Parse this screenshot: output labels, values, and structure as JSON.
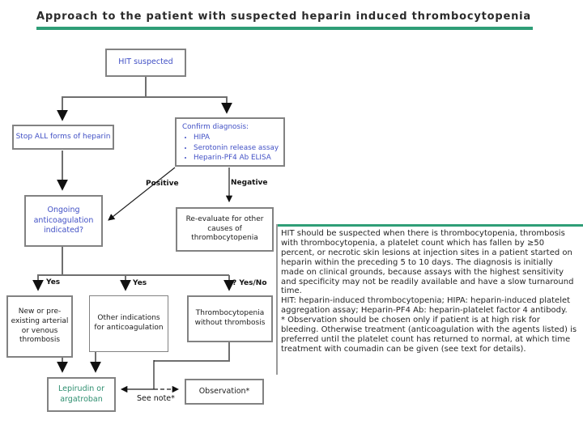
{
  "title": "Approach to the patient with suspected heparin induced thrombocytopenia",
  "colors": {
    "accent_green": "#2f9e77",
    "box_text_blue": "#4150c5",
    "lepirudin_text_green": "#2f8f70",
    "line_gray": "#6f6f6f"
  },
  "flowchart": {
    "nodes": {
      "hit_suspected": "HIT suspected",
      "stop_heparin": "Stop ALL forms of heparin",
      "confirm_diagnosis": {
        "title": "Confirm diagnosis:",
        "bullets": [
          "HIPA",
          "Serotonin release assay",
          "Heparin-PF4 Ab ELISA"
        ]
      },
      "ongoing_anticoagulation": "Ongoing anticoagulation indicated?",
      "reevaluate": "Re-evaluate for other causes of thrombocytopenia",
      "new_thrombosis": "New or pre-existing arterial or venous thrombosis",
      "other_indications": "Other indications for anticoagulation",
      "thrombocytopenia_without": "Thrombocytopenia without thrombosis",
      "lepirudin": "Lepirudin or argatroban",
      "observation": "Observation*"
    },
    "edge_labels": {
      "positive": "Positive",
      "negative": "Negative",
      "yes_left": "Yes",
      "yes_mid": "Yes",
      "yes_no": "? Yes/No",
      "see_note": "See note*"
    }
  },
  "notes": {
    "paragraphs": [
      "HIT should be suspected when there is thrombocytopenia, thrombosis with thrombocytopenia, a platelet count which has fallen by ≥50 percent, or necrotic skin lesions at injection sites in a patient started on heparin within the preceding 5 to 10 days. The diagnosis is initially made on clinical grounds, because assays with the highest sensitivity and specificity may not be readily available and have a slow turnaround time.",
      "HIT: heparin-induced thrombocytopenia; HIPA: heparin-induced platelet aggregation assay; Heparin-PF4 Ab: heparin-platelet factor 4 antibody.",
      "* Observation should be chosen only if patient is at high risk for bleeding. Otherwise treatment (anticoagulation with the agents listed) is preferred until the platelet count has returned to normal, at which time treatment with coumadin can be given (see text for details)."
    ]
  }
}
